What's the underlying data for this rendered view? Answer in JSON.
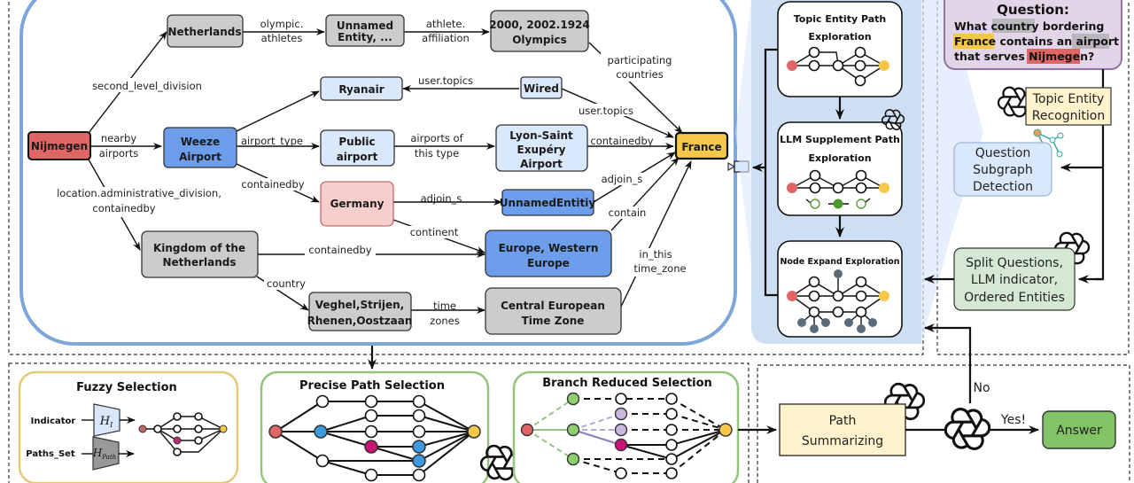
{
  "knowledge_graph": {
    "nodes": {
      "nijmegen": "Nijmegen",
      "netherlands": "Netherlands",
      "unnamed_entity_1": "Unnamed",
      "unnamed_entity_2": "Entity, ...",
      "olympics_1": "2000, 2002.1924",
      "olympics_2": "Olympics",
      "ryanair": "Ryanair",
      "wired": "Wired",
      "weeze_1": "Weeze",
      "weeze_2": "Airport",
      "public_1": "Public",
      "public_2": "airport",
      "lyon_1": "Lyon-Saint",
      "lyon_2": "Exupéry",
      "lyon_3": "Airport",
      "france": "France",
      "germany": "Germany",
      "unnamed_entitiy": "UnnamedEntitiy",
      "kingdom_1": "Kingdom of the",
      "kingdom_2": "Netherlands",
      "europe_1": "Europe, Western",
      "europe_2": "Europe",
      "veghel_1": "Veghel,Strijen,",
      "veghel_2": "Rhenen,Oostzaan",
      "cet_1": "Central European",
      "cet_2": "Time Zone"
    },
    "edges": {
      "second_level_division": "second_level_division",
      "olympic_1": "olympic.",
      "olympic_2": "athletes",
      "athlete_1": "athlete.",
      "athlete_2": "affiliation",
      "participating_1": "participating",
      "participating_2": "countries",
      "user_topics_a": "user.topics",
      "user_topics_b": "user.topics",
      "nearby_1": "nearby",
      "nearby_2": "airports",
      "airport_type": "airport_type",
      "airports_of_1": "airports of",
      "airports_of_2": "this type",
      "containedby_a": "containedby",
      "containedby_b": "containedby",
      "containedby_c": "containedby",
      "location_1": "location.administrative_division,",
      "location_2": "containedby",
      "adjoin_a": "adjoin_s",
      "adjoin_b": "adjoin_s",
      "continent": "continent",
      "contain": "contain",
      "country": "country",
      "time_1": "time",
      "time_2": "zones",
      "in_this_1": "in_this",
      "in_this_2": "time_zone"
    }
  },
  "exploration": {
    "topic_entity_1": "Topic Entity Path",
    "topic_entity_2": "Exploration",
    "llm_supplement_1": "LLM Supplement Path",
    "llm_supplement_2": "Exploration",
    "node_expand": "Node Expand Exploration"
  },
  "question": {
    "title": "Question:",
    "line1_a": "What ",
    "line1_hl": "country",
    "line1_b": " bordering",
    "line2_hl": "France",
    "line2_a": " contains an ",
    "line2_hl2": "airport",
    "line3_a": "that serves ",
    "line3_hl": "Nijmegen",
    "line3_b": "?"
  },
  "pipeline": {
    "topic_recognition_1": "Topic Entity",
    "topic_recognition_2": "Recognition",
    "subgraph_1": "Question",
    "subgraph_2": "Subgraph",
    "subgraph_3": "Detection",
    "split_1": "Split Questions,",
    "split_2": "LLM indicator,",
    "split_3": "Ordered Entities",
    "summarizing_1": "Path",
    "summarizing_2": "Summarizing",
    "no_label": "No",
    "yes_label": "Yes!",
    "answer": "Answer"
  },
  "selection": {
    "fuzzy_title": "Fuzzy Selection",
    "indicator": "Indicator",
    "paths_set": "Paths_Set",
    "h_i": "H",
    "h_i_sub": "I",
    "h_path": "H",
    "h_path_sub": "Path",
    "precise_title": "Precise Path Selection",
    "branch_title": "Branch Reduced Selection"
  },
  "colors": {
    "topic_red": "#e06666",
    "target_yellow": "#f6c84a",
    "blue_node": "#6d9eeb",
    "light_blue_node": "#dae8fc",
    "gray_node": "#cccccc",
    "pink_node": "#f8cecc",
    "question_purple": "#e1d5e7",
    "green_box": "#d5e8d4",
    "answer_green": "#82c366",
    "summary_yellow": "#fff2cc",
    "panel_blue": "#c6d9f1"
  }
}
